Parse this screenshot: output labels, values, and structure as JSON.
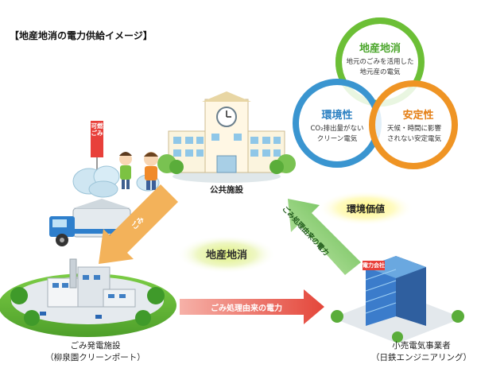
{
  "title": "【地産地消の電力供給イメージ】",
  "values": {
    "local": {
      "label": "地産地消",
      "desc1": "地元のごみを活用した",
      "desc2": "地元産の電気",
      "color": "#6cbf36"
    },
    "env": {
      "label": "環境性",
      "desc1": "CO₂排出量がない",
      "desc2": "クリーン電気",
      "color": "#3a95d0"
    },
    "stable": {
      "label": "安定性",
      "desc1": "天候・時間に影響",
      "desc2": "されない安定電気",
      "color": "#ef9424"
    }
  },
  "nodes": {
    "public": {
      "label": "公共施設"
    },
    "plant": {
      "label1": "ごみ発電施設",
      "label2": "（柳泉園クリーンポート）"
    },
    "retailer": {
      "label1": "小売電気事業者",
      "label2": "（日鉄エンジニアリング）"
    }
  },
  "badges": {
    "env_value": "環境価値",
    "local": "地産地消"
  },
  "arrows": {
    "waste": "ごみ",
    "power_bottom": "ごみ処理由来の電力",
    "power_up": "ごみ処理由来の電力"
  },
  "signs": {
    "burnable": "可燃ごみ",
    "company": "電力会社"
  }
}
